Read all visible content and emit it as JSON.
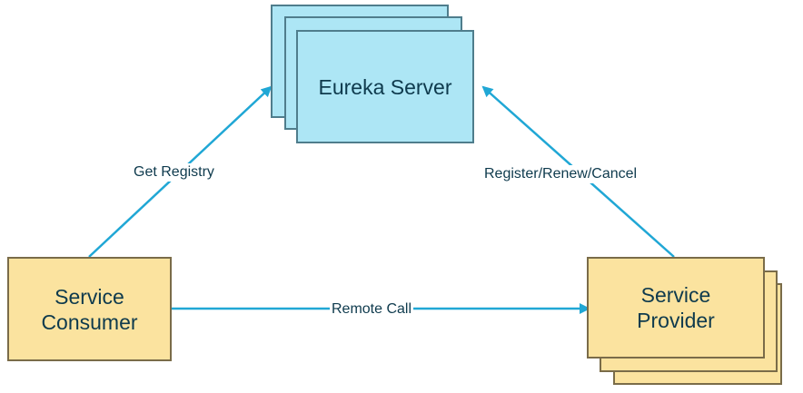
{
  "nodes": {
    "eureka_server": {
      "label": "Eureka Server"
    },
    "service_consumer": {
      "line1": "Service",
      "line2": "Consumer"
    },
    "service_provider": {
      "line1": "Service",
      "line2": "Provider"
    }
  },
  "edges": {
    "get_registry": "Get Registry",
    "register": "Register/Renew/Cancel",
    "remote_call": "Remote Call"
  },
  "colors": {
    "arrow": "#20a7d5",
    "server_fill": "#ade6f5",
    "consumer_fill": "#fbe39f",
    "text": "#0e3a4d"
  }
}
